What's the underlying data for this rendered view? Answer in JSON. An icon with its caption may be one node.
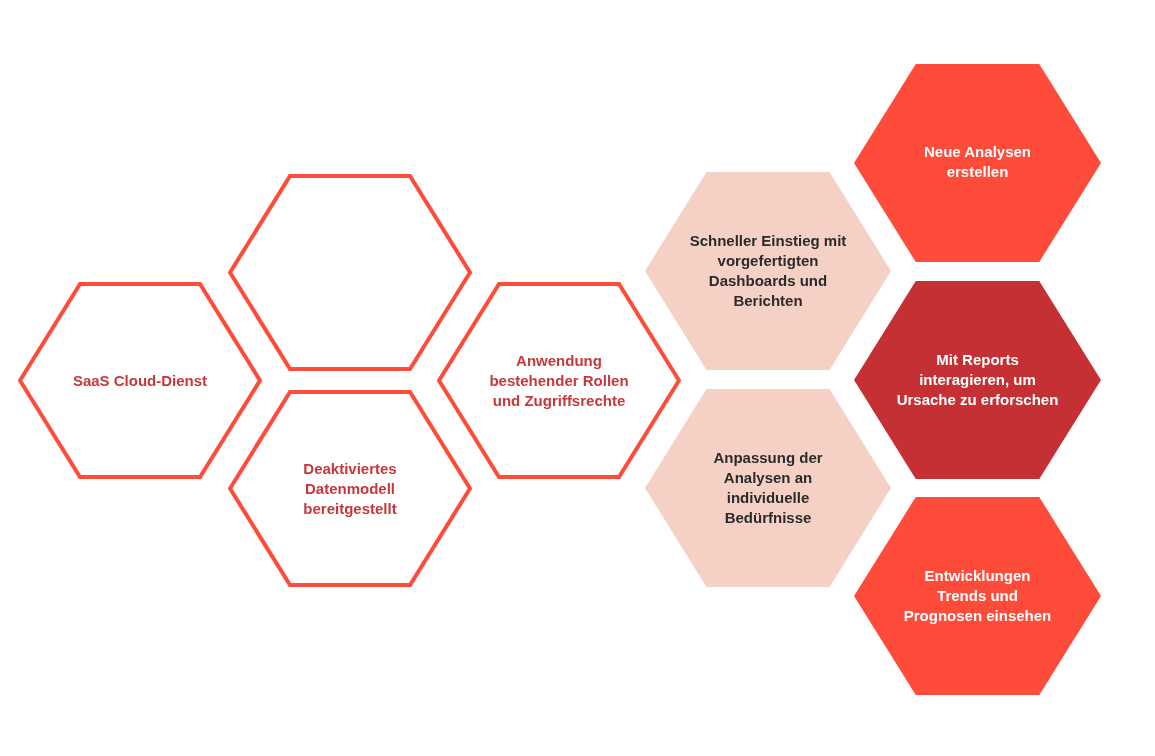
{
  "diagram": {
    "nodes": [
      {
        "text": [
          "SaaS Cloud-Dienst"
        ]
      },
      {
        "text": [],
        "shape": "hexagon"
      },
      {
        "text": [
          "Deaktiviertes Datenmodell bereitgestellt"
        ]
      },
      {
        "text": [
          "Anwendung bestehender Rollen und Zugriffsrechte"
        ]
      },
      {
        "text": [
          "Schneller Einstieg mit vorgefertigten Dashboards und Berichten"
        ]
      },
      {
        "text": [
          "Anpassung der Analysen an individuelle Bedürfnisse"
        ]
      },
      {
        "text": [
          "Neue Analysen erstellen"
        ]
      },
      {
        "text": [
          "Mit Reports interagieren, um Ursache zu erforschen"
        ]
      },
      {
        "text": [
          "Entwicklungen Trends und Prognosen einsehen"
        ]
      }
    ]
  }
}
